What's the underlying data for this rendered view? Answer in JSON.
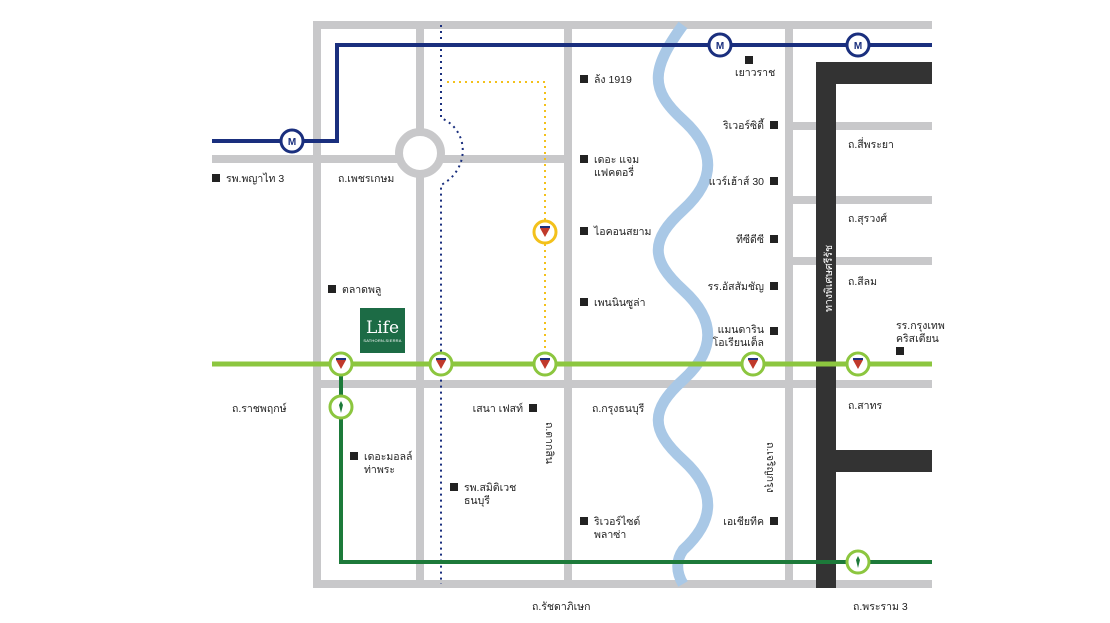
{
  "colors": {
    "road": "#c8c8ca",
    "mrt_blue_line": "#1a2f7e",
    "bts_green_light": "#8cc63f",
    "bts_gold_line": "#f3c11c",
    "bts_gold_dots_line": "#f3c11c",
    "bts_dark_green": "#1d7a3a",
    "purple_dots_line": "#1a2f7e",
    "river": "#a9c8e6",
    "expressway": "#333333",
    "project_logo": "#1c6b45"
  },
  "icons": {
    "mrt": "mrt-station-icon",
    "bts": "bts-station-icon",
    "gold_line": "gold-line-station-icon",
    "project": "life-logo"
  },
  "project": {
    "logo_text": "Life",
    "logo_subtext": "SATHORN-SIERRA"
  },
  "roads": {
    "phetkasem": "ถ.เพชรเกษม",
    "ratchaphruek": "ถ.ราชพฤกษ์",
    "krung_thonburi": "ถ.กรุงธนบุรี",
    "ratchadaphisek": "ถ.รัชดาภิเษก",
    "rama3": "ถ.พระราม 3",
    "si_phraya": "ถ.สี่พระยา",
    "surawong": "ถ.สุรวงศ์",
    "silom": "ถ.สีลม",
    "sathon": "ถ.สาทร",
    "taksin": "ถ.ตากสิน",
    "charoen_krung": "ถ.เจริญกรุง",
    "expressway": "ทางพิเศษศรีรัช"
  },
  "places": {
    "phyathai3": "รพ.พญาไท 3",
    "talat_phlu": "ตลาดพลู",
    "the_mall_tha_phra": "เดอะมอลล์\nท่าพระ",
    "lhong1919": "ล้ง 1919",
    "the_jam_factory": "เดอะ แจม\nแฟคตอรี่",
    "iconsiam": "ไอคอนสยาม",
    "peninsula": "เพนนินซูล่า",
    "sena_fest": "เสนา เฟสท์",
    "samitivej_thonburi": "รพ.สมิติเวช\nธนบุรี",
    "riverside_plaza": "ริเวอร์ไซด์\nพลาซ่า",
    "yaowarat": "เยาวราช",
    "river_city": "ริเวอร์ซิตี้",
    "warehouse30": "แวร์เฮ้าส์ 30",
    "tcdc": "ทีซีดีซี",
    "assumption": "รร.อัสสัมชัญ",
    "mandarin_oriental": "แมนดาริน\nโอเรียนเต็ล",
    "bangkok_christian": "รร.กรุงเทพ\nคริสเตียน",
    "asiatique": "เอเชียทีค"
  }
}
